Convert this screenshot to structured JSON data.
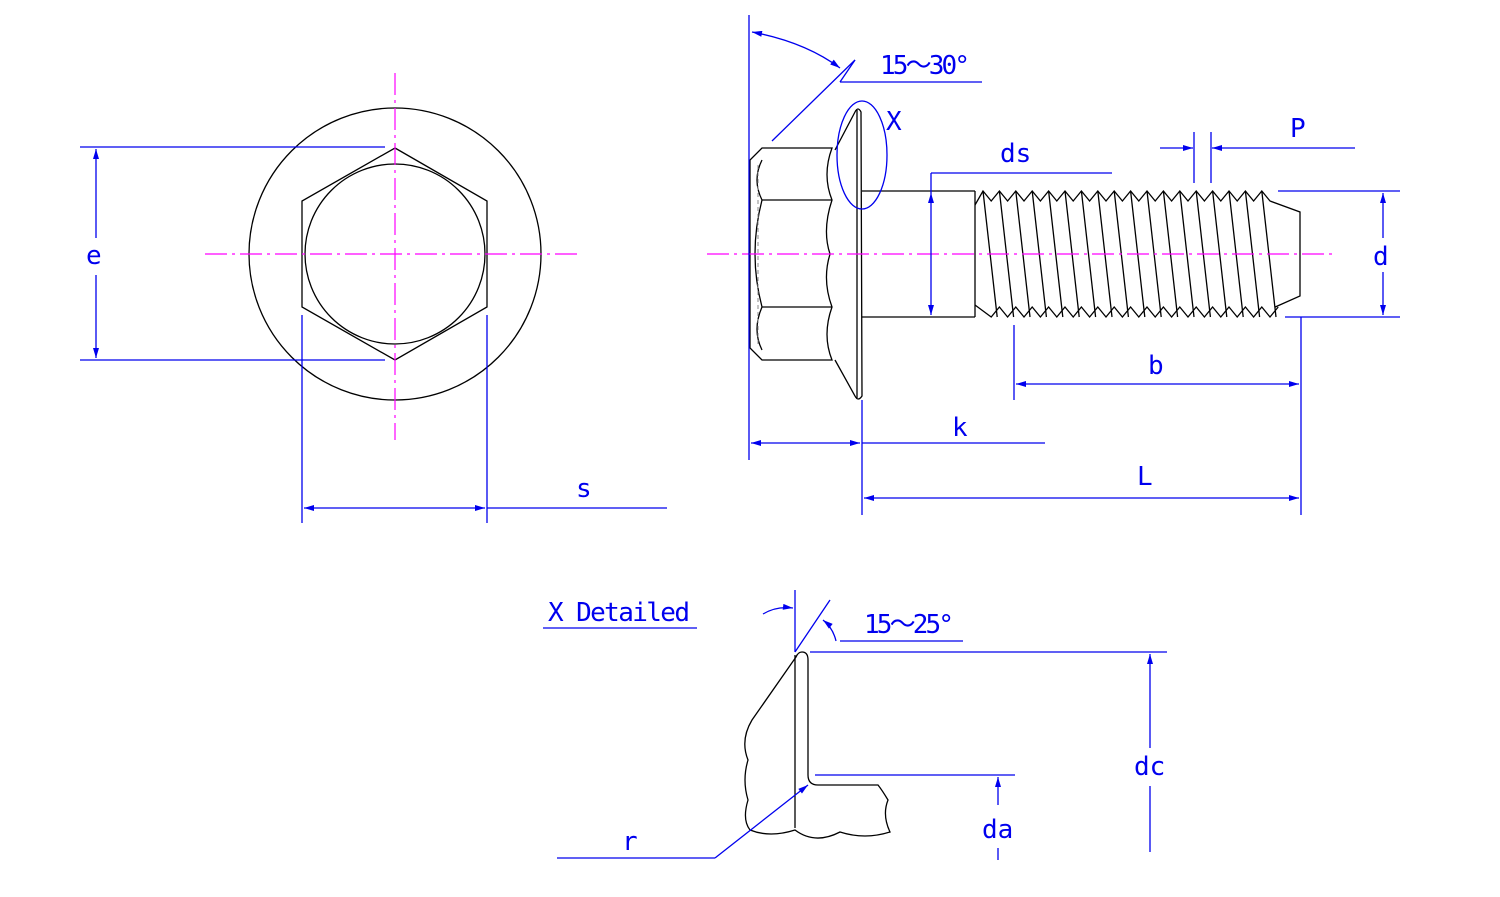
{
  "labels": {
    "e": "e",
    "s": "s",
    "angle_head": "15～30°",
    "x_mark": "X",
    "ds": "ds",
    "p": "P",
    "d": "d",
    "b": "b",
    "k": "k",
    "l": "L",
    "detail_title": "X Detailed",
    "angle_detail": "15～25°",
    "dc": "dc",
    "da": "da",
    "r": "r"
  },
  "colors": {
    "outline": "#000000",
    "dimension": "#0000ee",
    "centerline": "#ff00ff"
  }
}
